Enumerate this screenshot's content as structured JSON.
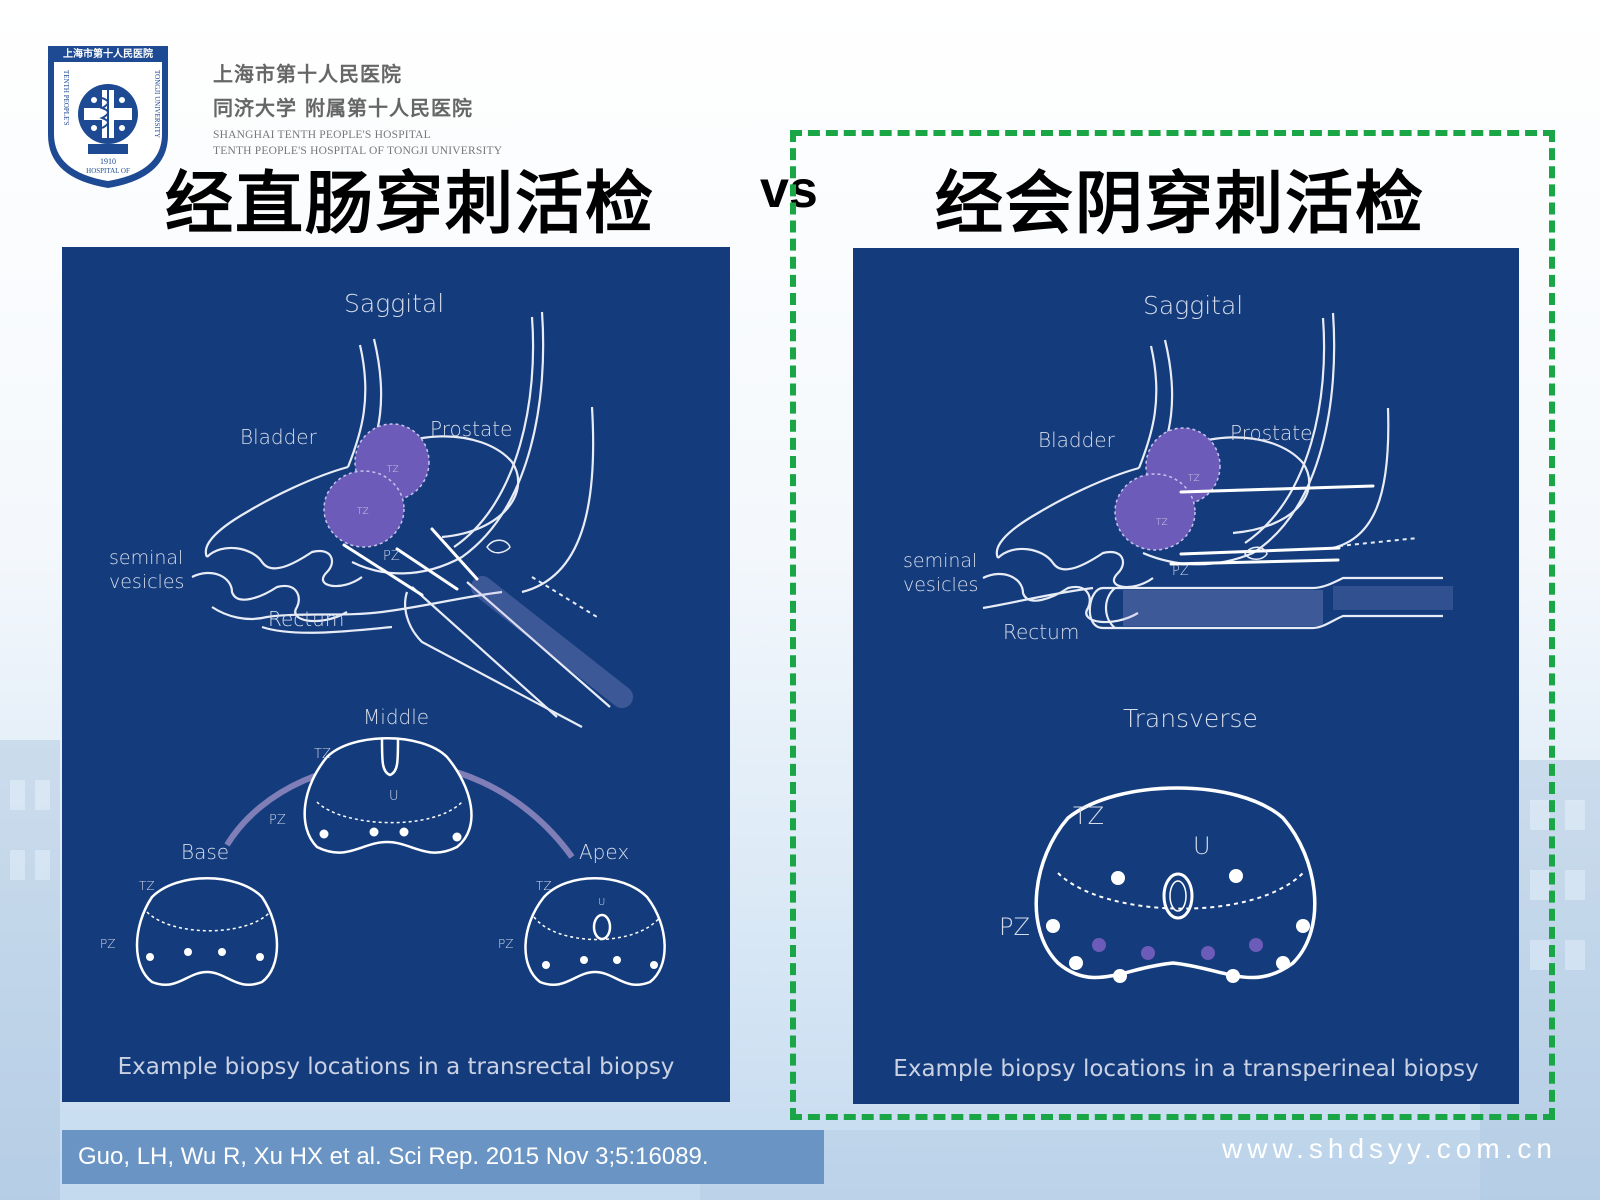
{
  "header": {
    "hospital_cn_1": "上海市第十人民医院",
    "hospital_cn_2": "同济大学 附属第十人民医院",
    "hospital_en_1": "SHANGHAI TENTH PEOPLE'S HOSPITAL",
    "hospital_en_2": "TENTH PEOPLE'S HOSPITAL OF TONGJI UNIVERSITY"
  },
  "logo": {
    "ring_text": "上海市第十人民医院",
    "side_text_left": "TENTH PEOPLE'S",
    "side_text_right": "TONGJI UNIVERSITY",
    "bottom_text": "HOSPITAL OF",
    "year": "1910"
  },
  "titles": {
    "left": "经直肠穿刺活检",
    "vs": "vs",
    "right": "经会阴穿刺活检"
  },
  "left_panel": {
    "section": "Saggital",
    "bladder": "Bladder",
    "prostate": "Prostate",
    "tz_a": "TZ",
    "tz_b": "TZ",
    "pz": "PZ",
    "seminal": "seminal",
    "vesicles": "vesicles",
    "rectum": "Rectum",
    "middle": "Middle",
    "base": "Base",
    "apex": "Apex",
    "tz_mid": "TZ",
    "u_mid": "U",
    "pz_mid": "PZ",
    "tz_base": "TZ",
    "pz_base": "PZ",
    "tz_apex": "TZ",
    "u_apex": "U",
    "pz_apex": "PZ",
    "caption": "Example biopsy locations in a transrectal biopsy"
  },
  "right_panel": {
    "section": "Saggital",
    "bladder": "Bladder",
    "prostate": "Prostate",
    "tz_a": "TZ",
    "tz_b": "TZ",
    "pz": "PZ",
    "seminal": "seminal",
    "vesicles": "vesicles",
    "rectum": "Rectum",
    "transverse": "Transverse",
    "tz": "TZ",
    "u": "U",
    "pz2": "PZ",
    "caption": "Example biopsy locations in a transperineal biopsy"
  },
  "reference": "Guo, LH, Wu R, Xu HX et al. Sci Rep. 2015 Nov 3;5:16089.",
  "website": "www.shdsyy.com.cn",
  "colors": {
    "panel": "#143c7c",
    "dashed_box": "#1aa647",
    "prostate_fill": "#6c5bb8",
    "reference_bar": "#6a94c4"
  }
}
